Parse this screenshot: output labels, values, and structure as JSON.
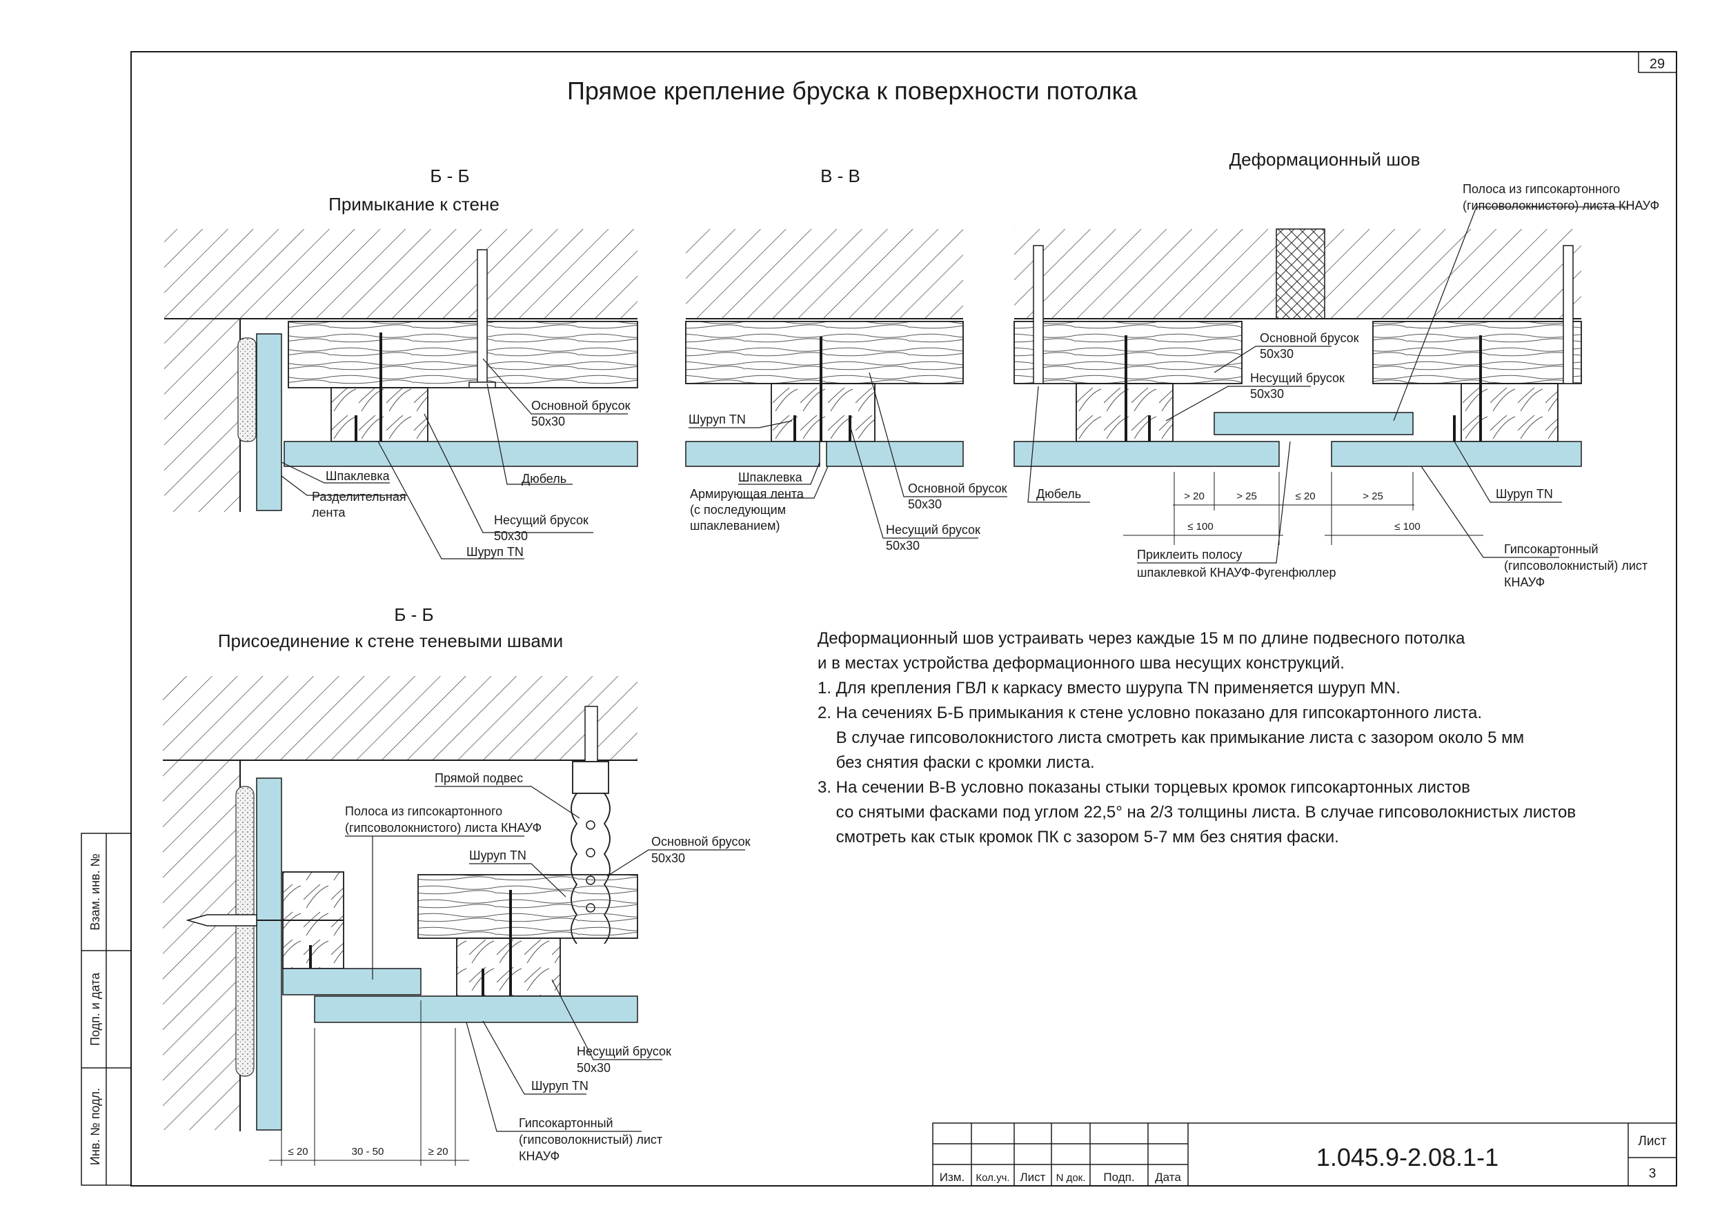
{
  "page_number": "29",
  "title": "Прямое крепление бруска к поверхности потолка",
  "views": {
    "bb1": {
      "section": "Б - Б",
      "subtitle": "Примыкание к стене"
    },
    "vv": {
      "section": "В - В"
    },
    "def": {
      "subtitle": "Деформационный шов"
    },
    "bb2": {
      "section": "Б - Б",
      "subtitle": "Присоединение к стене теневыми швами"
    }
  },
  "labels": {
    "bb1_osnovnoy": [
      "Основной брусок",
      "50x30"
    ],
    "bb1_shpaklevka": "Шпаклевка",
    "bb1_razdel": [
      "Разделительная",
      "лента"
    ],
    "bb1_dubel": "Дюбель",
    "bb1_nesushchiy": [
      "Несущий брусок",
      "50x30"
    ],
    "bb1_shurup": "Шуруп TN",
    "vv_shurup": "Шуруп TN",
    "vv_shpaklevka": "Шпаклевка",
    "vv_armir": [
      "Армирующая лента",
      "(с последующим",
      "шпаклеванием)"
    ],
    "vv_osnovnoy": [
      "Основной брусок",
      "50x30"
    ],
    "vv_nesushchiy": [
      "Несущий брусок",
      "50x30"
    ],
    "def_polosa": [
      "Полоса из гипсокартонного",
      "(гипсоволокнистого) листа КНАУФ"
    ],
    "def_osnovnoy": [
      "Основной брусок",
      "50x30"
    ],
    "def_nesushchiy": [
      "Несущий брусок",
      "50x30"
    ],
    "def_dubel": "Дюбель",
    "def_shurup": "Шуруп TN",
    "def_prikleit": [
      "Приклеить полосу",
      "шпаклевкой КНАУФ-Фугенфюллер"
    ],
    "def_gips": [
      "Гипсокартонный",
      "(гипсоволокнистый) лист",
      "КНАУФ"
    ],
    "bb2_podves": "Прямой подвес",
    "bb2_polosa": [
      "Полоса из гипсокартонного",
      "(гипсоволокнистого) листа КНАУФ"
    ],
    "bb2_shurup_top": "Шуруп TN",
    "bb2_osnovnoy": [
      "Основной брусок",
      "50x30"
    ],
    "bb2_nesushchiy": [
      "Несущий брусок",
      "50x30"
    ],
    "bb2_shurup": "Шуруп TN",
    "bb2_gips": [
      "Гипсокартонный",
      "(гипсоволокнистый) лист",
      "КНАУФ"
    ]
  },
  "dimensions": {
    "def": [
      "> 20",
      "> 25",
      "≤ 20",
      "> 25",
      "≤ 100",
      "≤ 100"
    ],
    "bb2": [
      "≤ 20",
      "30 - 50",
      "≥ 20"
    ]
  },
  "notes": [
    "Деформационный шов устраивать через каждые 15 м по длине подвесного потолка",
    "и в местах устройства деформационного шва несущих конструкций.",
    "",
    "1. Для крепления ГВЛ к каркасу вместо шурупа TN применяется шуруп MN.",
    "2. На сечениях Б-Б примыкания к стене условно показано для гипсокартонного листа.",
    "    В случае гипсоволокнистого листа смотреть как примыкание листа с зазором около 5 мм",
    "    без снятия фаски с кромки листа.",
    "3. На сечении В-В условно показаны стыки торцевых кромок гипсокартонных листов",
    "    со снятыми фасками под углом 22,5° на 2/3 толщины листа. В случае гипсоволокнистых листов",
    "    смотреть как стык кромок ПК с зазором 5-7 мм без снятия фаски."
  ],
  "side_stamp": [
    "Взам. инв. №",
    "Подп. и дата",
    "Инв. № подл."
  ],
  "title_block": {
    "columns": [
      "Изм.",
      "Кол.уч.",
      "Лист",
      "N док.",
      "Подп.",
      "Дата"
    ],
    "designation": "1.045.9-2.08.1-1",
    "sheet_label": "Лист",
    "sheet_number": "3"
  },
  "colors": {
    "board": "#b4dce6",
    "line": "#1a1a1a"
  }
}
